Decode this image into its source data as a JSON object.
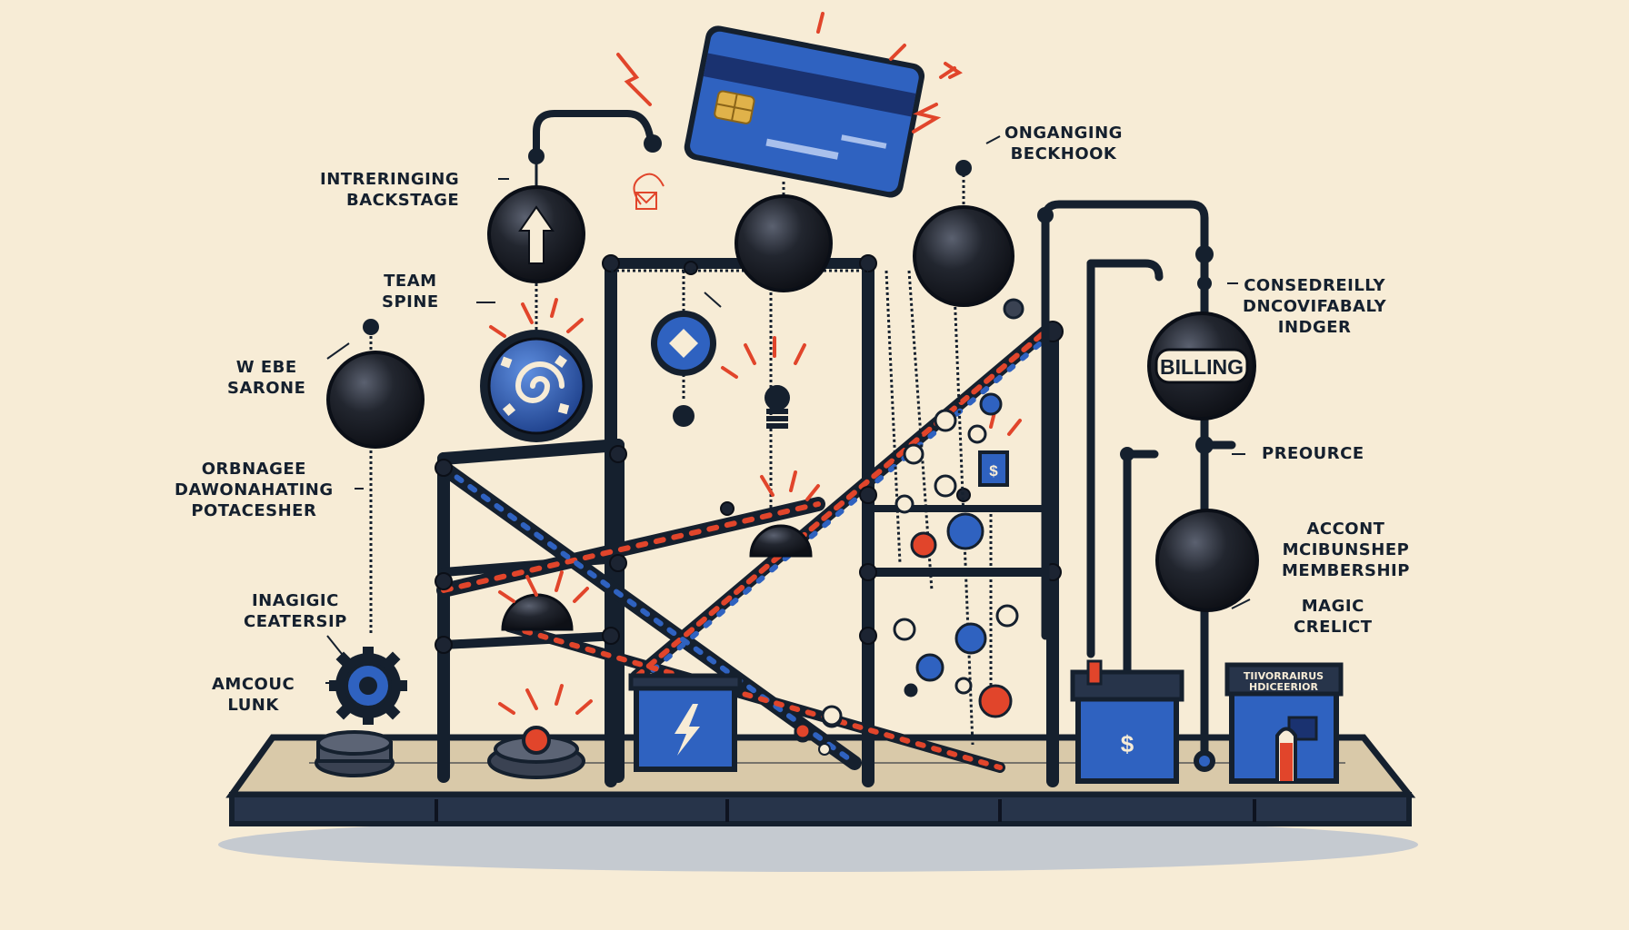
{
  "colors": {
    "background": "#f7ecd6",
    "ink": "#15202e",
    "accent_blue": "#2f62c0",
    "accent_red": "#e1452b",
    "chip_gold": "#e0b24a"
  },
  "labels": {
    "interringing_backstage": [
      "INTRERINGING",
      "BACKSTAGE"
    ],
    "team_spine": [
      "TEAM",
      "SPINE"
    ],
    "web_sarone": [
      "W EBE",
      "SARONE"
    ],
    "orbnagee": [
      "ORBNAGEE",
      "DAWONAHATING",
      "POTACESHER"
    ],
    "inagigic": [
      "INAGIGIC",
      "CEATERSIP"
    ],
    "amcouc_lunk": [
      "AMCOUC",
      "LUNK"
    ],
    "onganging_beckhook": [
      "ONGANGING",
      "BECKHOOK"
    ],
    "consedreilly": [
      "CONSEDREILLY",
      "DNCOVIFABALY",
      "INDGER"
    ],
    "preource": "PREOURCE",
    "acont_membership": [
      "ACCONT",
      "MCIBUNSHEP",
      "MEMBERSHIP"
    ],
    "magic_crelict": [
      "MAGIC",
      "CRELICT"
    ]
  },
  "ball_text": {
    "billing": "BILLING"
  },
  "sign_text": [
    "TIIVORRAIRUS",
    "HDICEERIOR"
  ],
  "bin_symbols": {
    "lightning": "⚡",
    "dollar_bin": "$",
    "dollar_small": "$"
  },
  "icons": [
    "credit-card-icon",
    "chip-icon",
    "arrow-up-icon",
    "swirl-icon",
    "diamond-icon",
    "gear-icon",
    "sparkle-icon",
    "coin-icon",
    "billing-ball"
  ]
}
